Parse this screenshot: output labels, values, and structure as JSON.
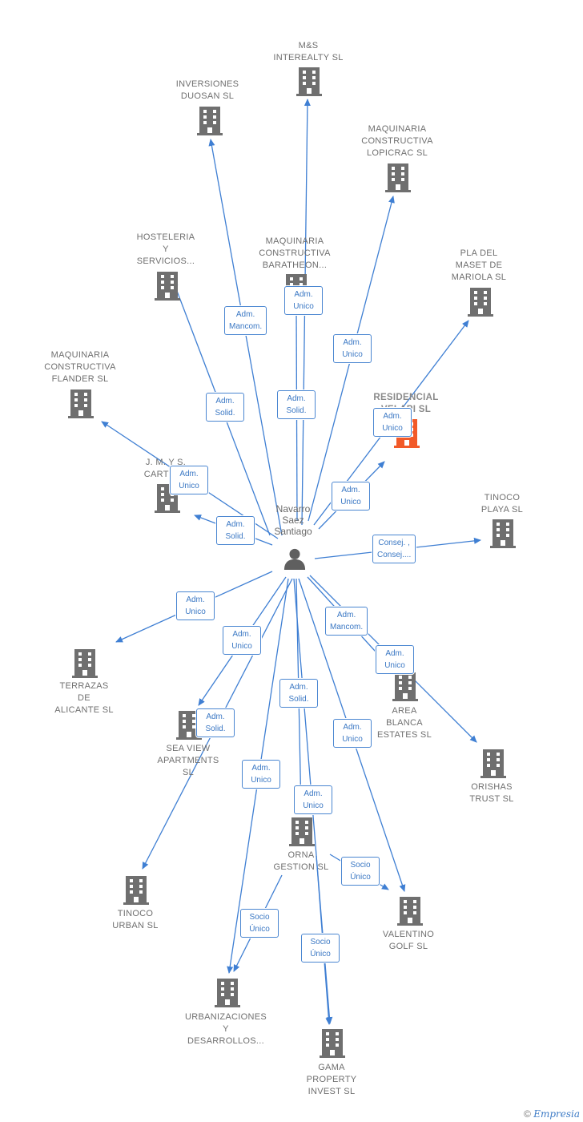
{
  "center": {
    "name": "Navarro\nSaez\nSantiago",
    "icon": "person-icon"
  },
  "nodes": [
    {
      "id": "ms",
      "name": "M&S\nINTEREALTY SL",
      "icon": "building-icon"
    },
    {
      "id": "duosan",
      "name": "INVERSIONES\nDUOSAN  SL",
      "icon": "building-icon"
    },
    {
      "id": "lopicrac",
      "name": "MAQUINARIA\nCONSTRUCTIVA\nLOPICRAC  SL",
      "icon": "building-icon"
    },
    {
      "id": "hosteleria",
      "name": "HOSTELERIA\nY\nSERVICIOS...",
      "icon": "building-icon"
    },
    {
      "id": "baratheon",
      "name": "MAQUINARIA\nCONSTRUCTIVA\nBARATHEON...",
      "icon": "building-icon"
    },
    {
      "id": "pla",
      "name": "PLA DEL\nMASET DE\nMARIOLA SL",
      "icon": "building-icon"
    },
    {
      "id": "flander",
      "name": "MAQUINARIA\nCONSTRUCTIVA\nFLANDER  SL",
      "icon": "building-icon"
    },
    {
      "id": "velapi",
      "name": "RESIDENCIAL\nVELAPI  SL",
      "icon": "building-icon",
      "highlight": true
    },
    {
      "id": "jmys",
      "name": "J. M. Y S.\nCARTERA",
      "icon": "building-icon"
    },
    {
      "id": "tinocoplaya",
      "name": "TINOCO\nPLAYA  SL",
      "icon": "building-icon"
    },
    {
      "id": "terrazas",
      "name": "TERRAZAS\nDE\nALICANTE  SL",
      "icon": "building-icon"
    },
    {
      "id": "areablanca",
      "name": "AREA\nBLANCA\nESTATES  SL",
      "icon": "building-icon"
    },
    {
      "id": "seaview",
      "name": "SEA VIEW\nAPARTMENTS\nSL",
      "icon": "building-icon"
    },
    {
      "id": "orishas",
      "name": "ORISHAS\nTRUST SL",
      "icon": "building-icon"
    },
    {
      "id": "orna",
      "name": "ORNA\nGESTION SL",
      "icon": "building-icon"
    },
    {
      "id": "tinocourban",
      "name": "TINOCO\nURBAN  SL",
      "icon": "building-icon"
    },
    {
      "id": "valentino",
      "name": "VALENTINO\nGOLF  SL",
      "icon": "building-icon"
    },
    {
      "id": "urbanizaciones",
      "name": "URBANIZACIONES\nY\nDESARROLLOS...",
      "icon": "building-icon"
    },
    {
      "id": "gama",
      "name": "GAMA\nPROPERTY\nINVEST  SL",
      "icon": "building-icon"
    }
  ],
  "edges": [
    {
      "from": "center",
      "to": "ms",
      "label": "Adm.\nUnico"
    },
    {
      "from": "center",
      "to": "duosan",
      "label": "Adm.\nMancom."
    },
    {
      "from": "center",
      "to": "lopicrac",
      "label": "Adm.\nUnico"
    },
    {
      "from": "center",
      "to": "hosteleria",
      "label": "Adm.\nSolid."
    },
    {
      "from": "center",
      "to": "baratheon",
      "label": "Adm.\nSolid."
    },
    {
      "from": "center",
      "to": "pla",
      "label": "Adm.\nUnico"
    },
    {
      "from": "center",
      "to": "velapi",
      "label": "Adm.\nUnico"
    },
    {
      "from": "center",
      "to": "flander",
      "label": "Adm.\nUnico"
    },
    {
      "from": "center",
      "to": "jmys",
      "label": "Adm.\nSolid."
    },
    {
      "from": "center",
      "to": "tinocoplaya",
      "label": "Consej. ,\nConsej...."
    },
    {
      "from": "center",
      "to": "terrazas",
      "label": "Adm.\nUnico"
    },
    {
      "from": "center",
      "to": "seaview",
      "label": "Adm.\nUnico"
    },
    {
      "from": "center",
      "to": "tinocourban",
      "label": "Adm.\nSolid."
    },
    {
      "from": "center",
      "to": "areablanca",
      "label": "Adm.\nMancom."
    },
    {
      "from": "center",
      "to": "orishas",
      "label": "Adm.\nUnico"
    },
    {
      "from": "center",
      "to": "urbanizaciones",
      "label": "Adm.\nUnico"
    },
    {
      "from": "center",
      "to": "orna",
      "label": "Adm.\nSolid."
    },
    {
      "from": "center",
      "to": "gama",
      "label": "Adm.\nUnico"
    },
    {
      "from": "center",
      "to": "valentino",
      "label": "Adm.\nUnico"
    },
    {
      "from": "orna",
      "to": "valentino",
      "label": "Socio\nÚnico"
    },
    {
      "from": "orna",
      "to": "urbanizaciones",
      "label": "Socio\nÚnico"
    },
    {
      "from": "orna",
      "to": "gama",
      "label": "Socio\nÚnico"
    }
  ],
  "colors": {
    "edge": "#3f7fd3",
    "building": "#6f6f6f",
    "highlight": "#f25a29",
    "person": "#5f5f5f"
  },
  "footer": {
    "copyright": "©",
    "brand": "Empresia"
  }
}
